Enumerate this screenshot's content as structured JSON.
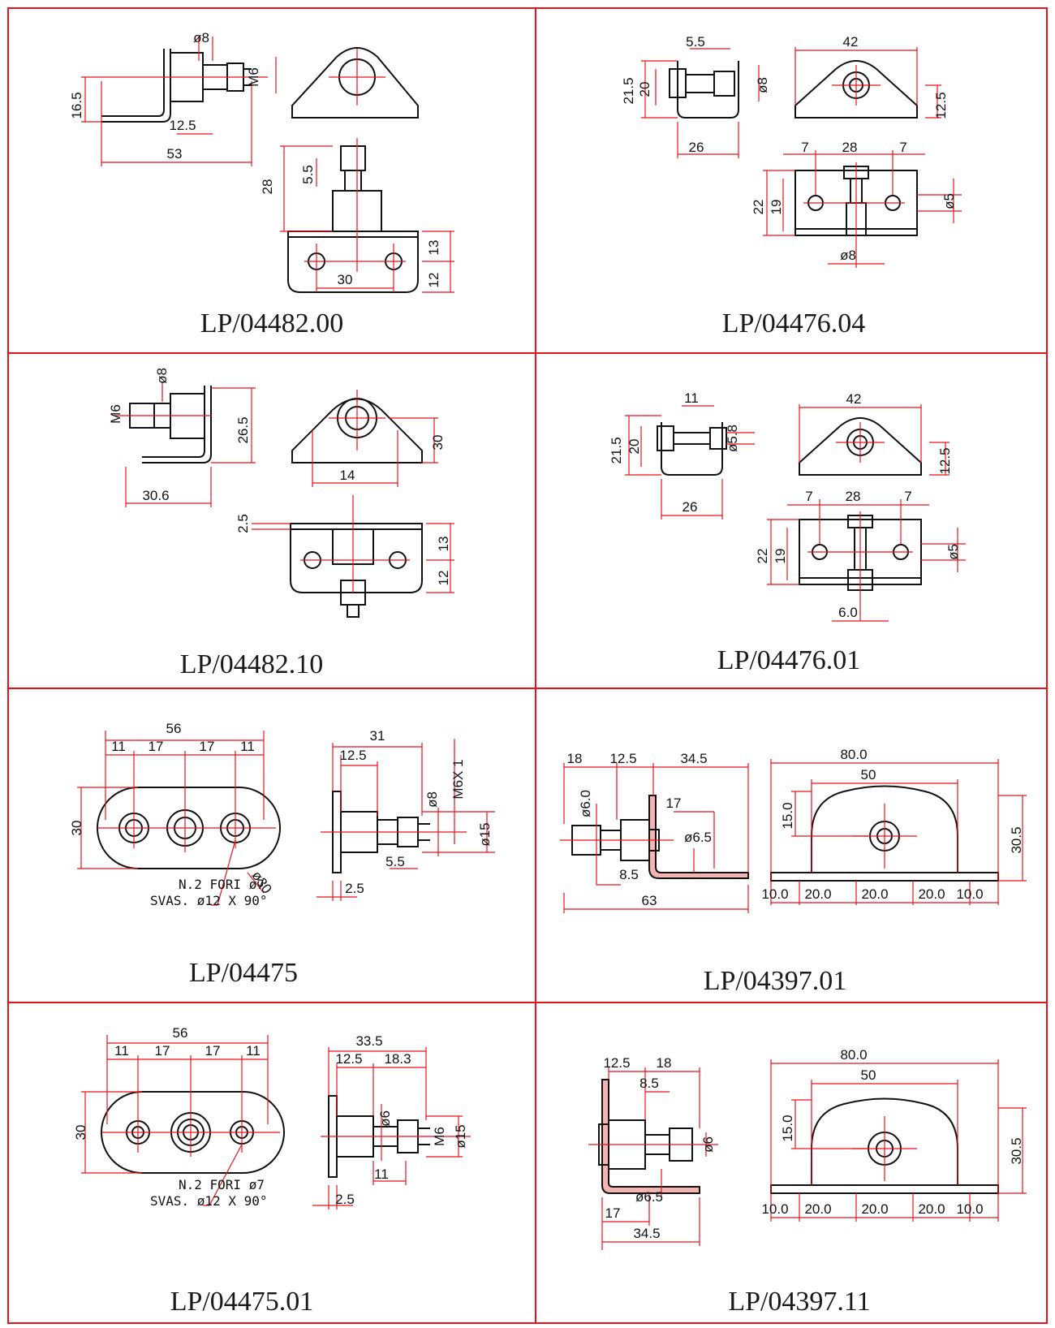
{
  "accent_color": "#e8111b",
  "ink_color": "#111111",
  "panels": [
    {
      "id": "p1",
      "title": "LP/04482.00",
      "dims": [
        "ø8",
        "M6",
        "16.5",
        "12.5",
        "53",
        "5.5",
        "28",
        "13",
        "12",
        "30"
      ]
    },
    {
      "id": "p2",
      "title": "LP/04476.04",
      "dims": [
        "5.5",
        "21.5",
        "20",
        "ø8",
        "26",
        "42",
        "12.5",
        "7",
        "28",
        "7",
        "22",
        "19",
        "ø5",
        "ø8"
      ]
    },
    {
      "id": "p3",
      "title": "LP/04482.10",
      "dims": [
        "ø8",
        "M6",
        "26.5",
        "30.6",
        "14",
        "30",
        "2.5",
        "13",
        "12"
      ]
    },
    {
      "id": "p4",
      "title": "LP/04476.01",
      "dims": [
        "11",
        "21.5",
        "20",
        "ø5.8",
        "26",
        "42",
        "12.5",
        "7",
        "28",
        "7",
        "22",
        "19",
        "ø5",
        "6.0"
      ]
    },
    {
      "id": "p5",
      "title": "LP/04475",
      "dims": [
        "56",
        "11",
        "17",
        "17",
        "11",
        "30",
        "ø30",
        "31",
        "12.5",
        "ø8",
        "M6X 1",
        "ø15",
        "5.5",
        "2.5"
      ],
      "note": [
        "N.2 FORI ø7",
        "SVAS. ø12 X 90°"
      ]
    },
    {
      "id": "p6",
      "title": "LP/04397.01",
      "dims": [
        "18",
        "12.5",
        "34.5",
        "ø6.0",
        "17",
        "ø6.5",
        "8.5",
        "63",
        "80.0",
        "50",
        "15.0",
        "30.5",
        "10.0",
        "20.0",
        "20.0",
        "20.0",
        "10.0"
      ]
    },
    {
      "id": "p7",
      "title": "LP/04475.01",
      "dims": [
        "56",
        "11",
        "17",
        "17",
        "11",
        "30",
        "33.5",
        "12.5",
        "18.3",
        "ø6",
        "M6",
        "ø15",
        "11",
        "2.5"
      ],
      "note": [
        "N.2 FORI ø7",
        "SVAS. ø12 X 90°"
      ]
    },
    {
      "id": "p8",
      "title": "LP/04397.11",
      "dims": [
        "12.5",
        "18",
        "8.5",
        "ø6",
        "ø6.5",
        "17",
        "34.5",
        "80.0",
        "50",
        "15.0",
        "30.5",
        "10.0",
        "20.0",
        "20.0",
        "20.0",
        "10.0"
      ]
    }
  ]
}
